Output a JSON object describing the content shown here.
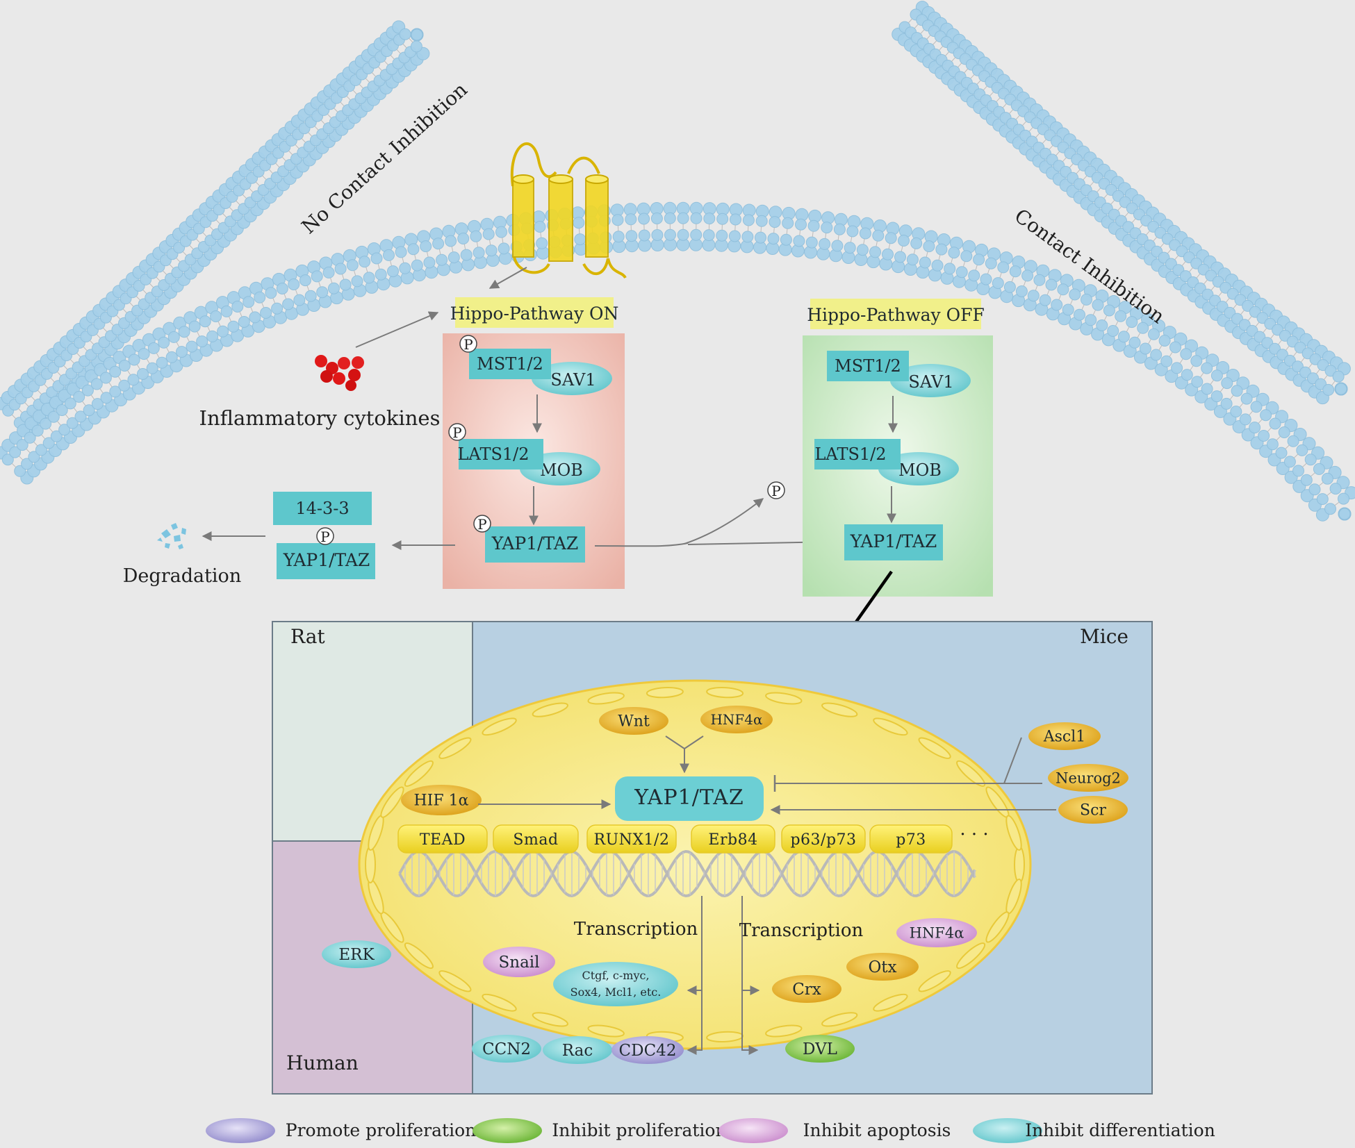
{
  "membrane": {
    "no_contact_label": "No Contact Inhibition",
    "contact_label": "Contact Inhibition"
  },
  "cytokines_label": "Inflammatory cytokines",
  "degradation_label": "Degradation",
  "phospho_symbol": "P",
  "hippo_on": {
    "title": "Hippo-Pathway ON",
    "mst": "MST1/2",
    "sav": "SAV1",
    "lats": "LATS1/2",
    "mob": "MOB",
    "yap": "YAP1/TAZ"
  },
  "hippo_off": {
    "title": "Hippo-Pathway OFF",
    "mst": "MST1/2",
    "sav": "SAV1",
    "lats": "LATS1/2",
    "mob": "MOB",
    "yap": "YAP1/TAZ"
  },
  "complex_1433": {
    "top": "14-3-3",
    "bottom": "YAP1/TAZ"
  },
  "species": {
    "rat": "Rat",
    "mice": "Mice",
    "human": "Human"
  },
  "nucleus": {
    "center": "YAP1/TAZ",
    "upstream": [
      "Wnt",
      "HNF4α",
      "HIF 1α",
      "Ascl1",
      "Neurog2",
      "Scr"
    ],
    "tfs": [
      "TEAD",
      "Smad",
      "RUNX1/2",
      "Erb84",
      "p63/p73",
      "p73"
    ],
    "ellipsis": "· · ·",
    "transcription_left": "Transcription",
    "transcription_right": "Transcription",
    "target_line1": "Ctgf, c-myc,",
    "target_line2": "Sox4, Mcl1, etc.",
    "snail": "Snail",
    "hnf4a_right": "HNF4α",
    "otx": "Otx",
    "crx": "Crx"
  },
  "outside_nodes": {
    "erk": "ERK",
    "ccn2": "CCN2",
    "rac": "Rac",
    "cdc42": "CDC42",
    "dvl": "DVL"
  },
  "legend": [
    {
      "label": "Promote proliferation",
      "color": "#c4c6ec"
    },
    {
      "label": "Inhibit proliferation",
      "color": "#7fc94a"
    },
    {
      "label": "Inhibit apoptosis",
      "color": "#dba9dc"
    },
    {
      "label": "Inhibit differentiation",
      "color": "#8fd8e0"
    }
  ],
  "colors": {
    "teal": "#5ec7cc",
    "yellow": "#f0e64a",
    "gold": "#e1a91e",
    "membrane": "#9ccbe6",
    "on_box": "#efc1b6",
    "off_box": "#c6e8c2",
    "rat": "#dfe9e4",
    "mice": "#b7d0e1",
    "human": "#d3bfd3"
  }
}
